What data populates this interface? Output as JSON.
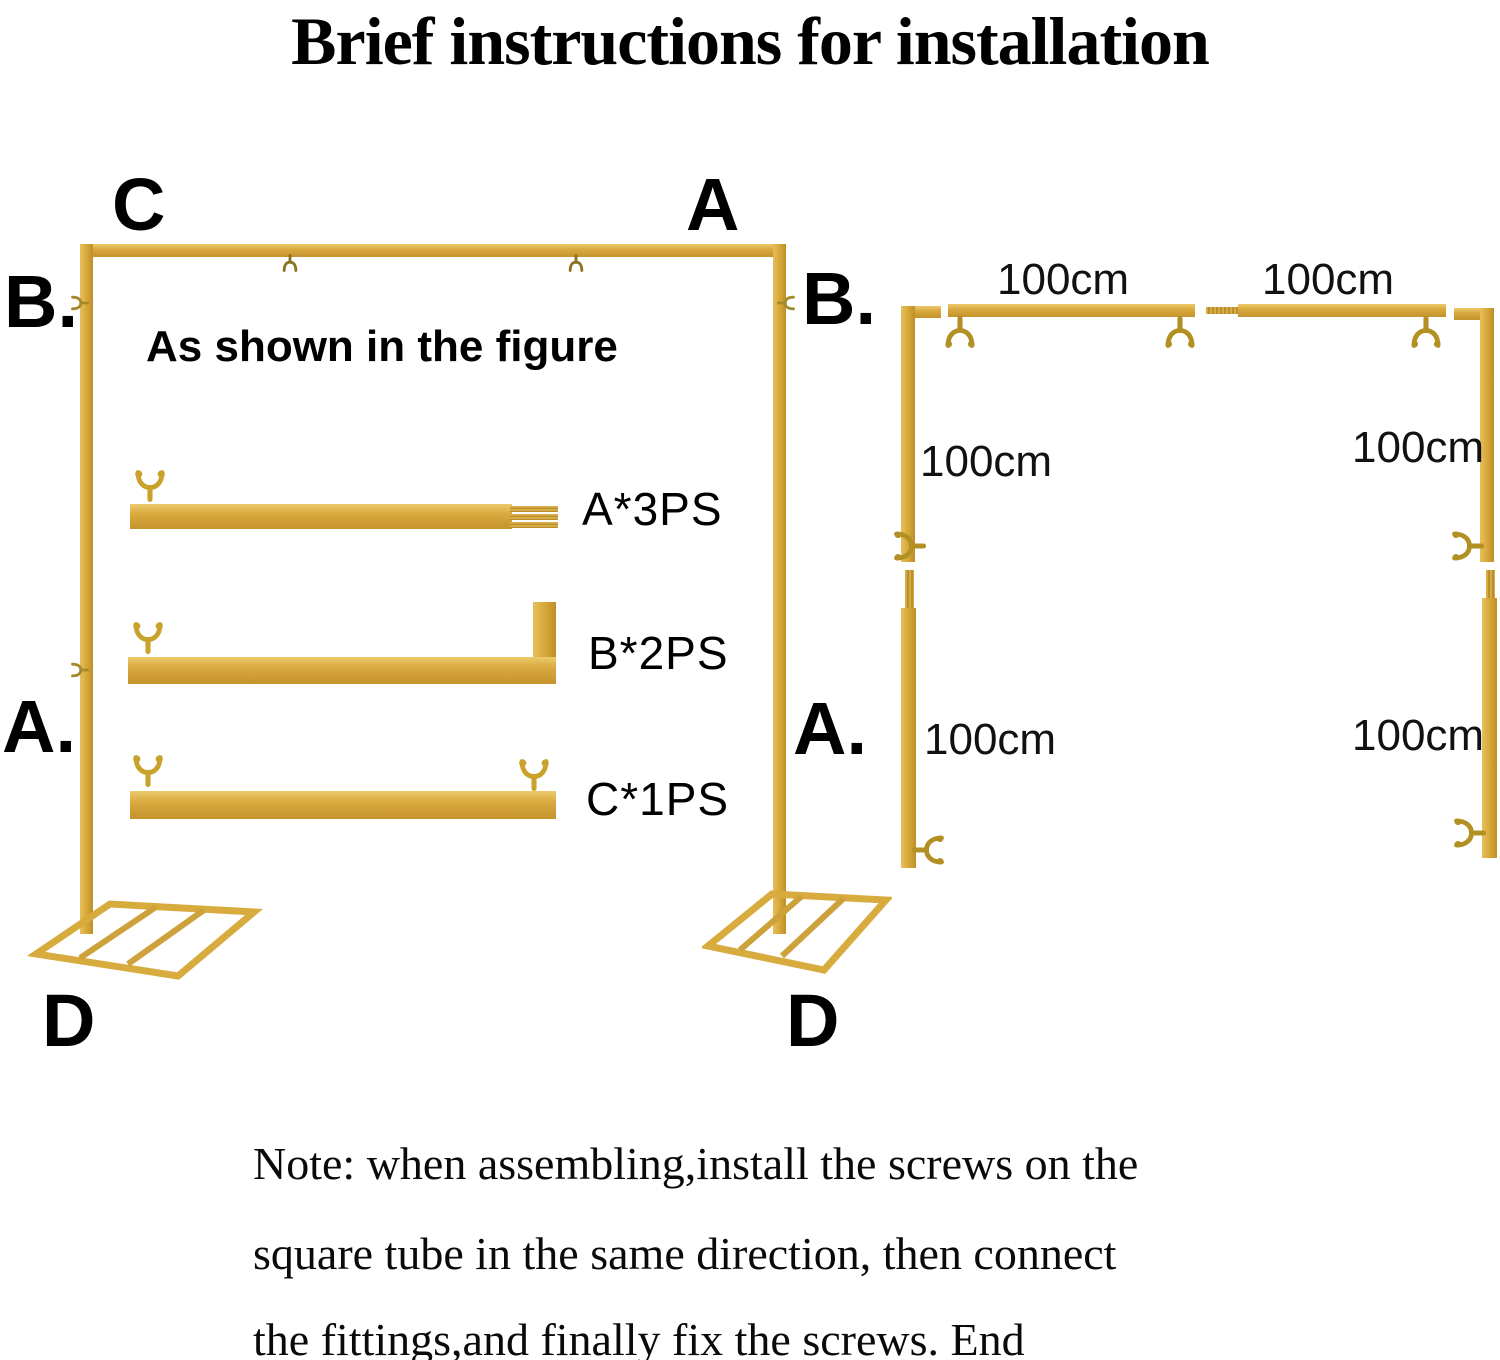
{
  "title": "Brief instructions for installation",
  "assembled": {
    "note": "As shown in the figure",
    "labels": {
      "c": "C",
      "a": "A",
      "b_left": "B.",
      "a_left": "A.",
      "d_left": "D",
      "d_right": "D"
    }
  },
  "parts": [
    {
      "id": "A",
      "label": "A*3PS"
    },
    {
      "id": "B",
      "label": "B*2PS"
    },
    {
      "id": "C",
      "label": "C*1PS"
    }
  ],
  "exploded": {
    "b_label": "B.",
    "a_label": "A.",
    "dims": {
      "top_bar_1": "100cm",
      "top_bar_2": "100cm",
      "upper_left": "100cm",
      "upper_right": "100cm",
      "lower_left": "100cm",
      "lower_right": "100cm"
    }
  },
  "note_lines": [
    "Note: when assembling,install the screws on the",
    "square tube in the same direction, then connect",
    "the fittings,and finally fix the screws. End"
  ],
  "colors": {
    "gold": "#d9a93e",
    "gold_dark": "#c4932d",
    "gold_light": "#ecca6c",
    "nut_gold": "#c9a22b",
    "text": "#000000",
    "background": "#ffffff"
  }
}
